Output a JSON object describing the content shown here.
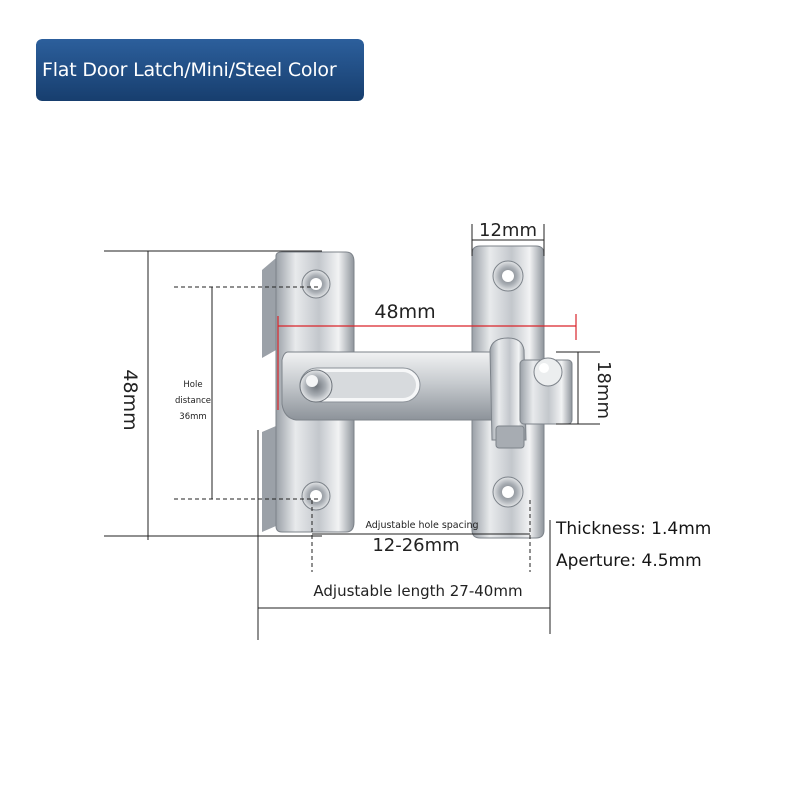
{
  "banner": {
    "title": "Flat Door Latch/Mini/Steel Color",
    "color": "#1f4f87"
  },
  "dimensions": {
    "height": "48mm",
    "width_top": "48mm",
    "plate_width": "12mm",
    "bolt_height": "18mm",
    "hole_distance_line1": "Hole",
    "hole_distance_line2": "distance",
    "hole_distance_line3": "36mm",
    "hole_spacing_label": "Adjustable hole spacing",
    "hole_spacing_value": "12-26mm",
    "adjustable_length": "Adjustable length 27-40mm"
  },
  "specs": {
    "thickness": "Thickness: 1.4mm",
    "aperture": "Aperture: 4.5mm"
  },
  "colors": {
    "steel": "#c9ccd0",
    "steel_dark": "#8a8f96",
    "dim_line": "#222222",
    "accent_line": "#d9242a"
  }
}
